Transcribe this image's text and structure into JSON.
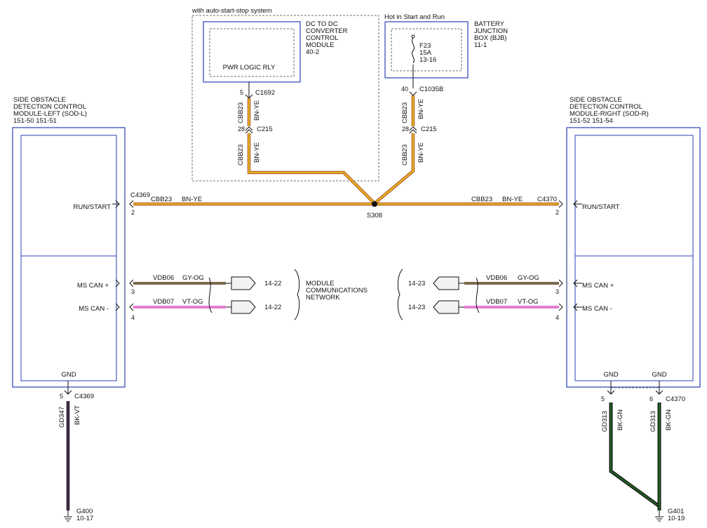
{
  "left_module": {
    "title": [
      "SIDE OBSTACLE",
      "DETECTION CONTROL",
      "MODULE-LEFT (SOD-L)",
      "151-50  151-51"
    ],
    "runstart": "RUN/START",
    "mscan_plus": "MS CAN +",
    "mscan_minus": "MS CAN -",
    "gnd": "GND"
  },
  "right_module": {
    "title": [
      "SIDE OBSTACLE",
      "DETECTION CONTROL",
      "MODULE-RIGHT (SOD-R)",
      "151-52  151-54"
    ],
    "runstart": "RUN/START",
    "mscan_plus": "MS CAN +",
    "mscan_minus": "MS CAN -",
    "gnd1": "GND",
    "gnd2": "GND"
  },
  "dcdc": {
    "note": "with auto-start-stop system",
    "title": [
      "DC TO DC",
      "CONVERTER",
      "CONTROL",
      "MODULE",
      "40-2"
    ],
    "relay": "PWR LOGIC RLY",
    "pin": "5",
    "conn": "C1692"
  },
  "bjb": {
    "note": "Hot in Start and Run",
    "title": [
      "BATTERY",
      "JUNCTION",
      "BOX (BJB)",
      "11-1"
    ],
    "fuse": [
      "F23",
      "15A",
      "13-16"
    ],
    "pin": "40",
    "conn": "C1035B"
  },
  "wires": {
    "cbb23": "CBB23",
    "bn_ye": "BN-YE",
    "vdb06": "VDB06",
    "gy_og": "GY-OG",
    "vdb07": "VDB07",
    "vt_og": "VT-OG",
    "gd347": "GD347",
    "bk_vt": "BK-VT",
    "gd313": "GD313",
    "bk_gn": "BK-GN"
  },
  "connectors": {
    "c215": "C215",
    "c215_pin": "28",
    "c4369": "C4369",
    "c4370": "C4370",
    "splice": "S308"
  },
  "pins": {
    "runstart": "2",
    "can_plus": "3",
    "can_minus": "4",
    "left_gnd": "5",
    "right_gnd1": "5",
    "right_gnd2": "6"
  },
  "network": {
    "label": [
      "MODULE",
      "COMMUNICATIONS",
      "NETWORK"
    ],
    "left_ref": "14-22",
    "right_ref": "14-23"
  },
  "grounds": {
    "g400": "G400",
    "g400_ref": "10-17",
    "g401": "G401",
    "g401_ref": "10-19"
  },
  "colors": {
    "bn_ye_outer": "#c0612a",
    "bn_ye_inner": "#e8d21a",
    "gy_og": "#7a6a50",
    "vt_og": "#e27fd0",
    "bk_gn": "#1f6b1f",
    "bk_vt": "#1a1a1a",
    "module_blue": "#2a3fb8"
  }
}
